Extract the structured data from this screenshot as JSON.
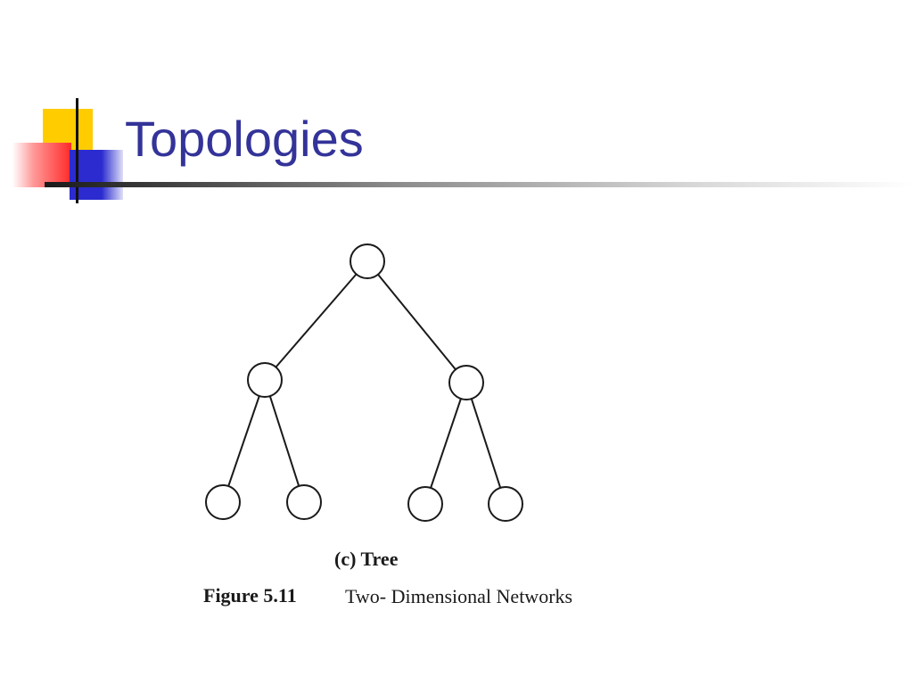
{
  "slide": {
    "title": "Topologies"
  },
  "diagram": {
    "type": "tree",
    "nodes": [
      {
        "id": "root",
        "level": 0
      },
      {
        "id": "left",
        "level": 1,
        "parent": "root"
      },
      {
        "id": "right",
        "level": 1,
        "parent": "root"
      },
      {
        "id": "left-left",
        "level": 2,
        "parent": "left"
      },
      {
        "id": "left-right",
        "level": 2,
        "parent": "left"
      },
      {
        "id": "right-left",
        "level": 2,
        "parent": "right"
      },
      {
        "id": "right-right",
        "level": 2,
        "parent": "right"
      }
    ],
    "subcaption": "(c)  Tree",
    "figure_label": "Figure 5.11",
    "figure_caption": "Two- Dimensional Networks"
  },
  "colors": {
    "title": "#333399",
    "logo_yellow": "#ffcc00",
    "logo_red": "#ff2a2a",
    "logo_blue": "#2b2bd0"
  }
}
